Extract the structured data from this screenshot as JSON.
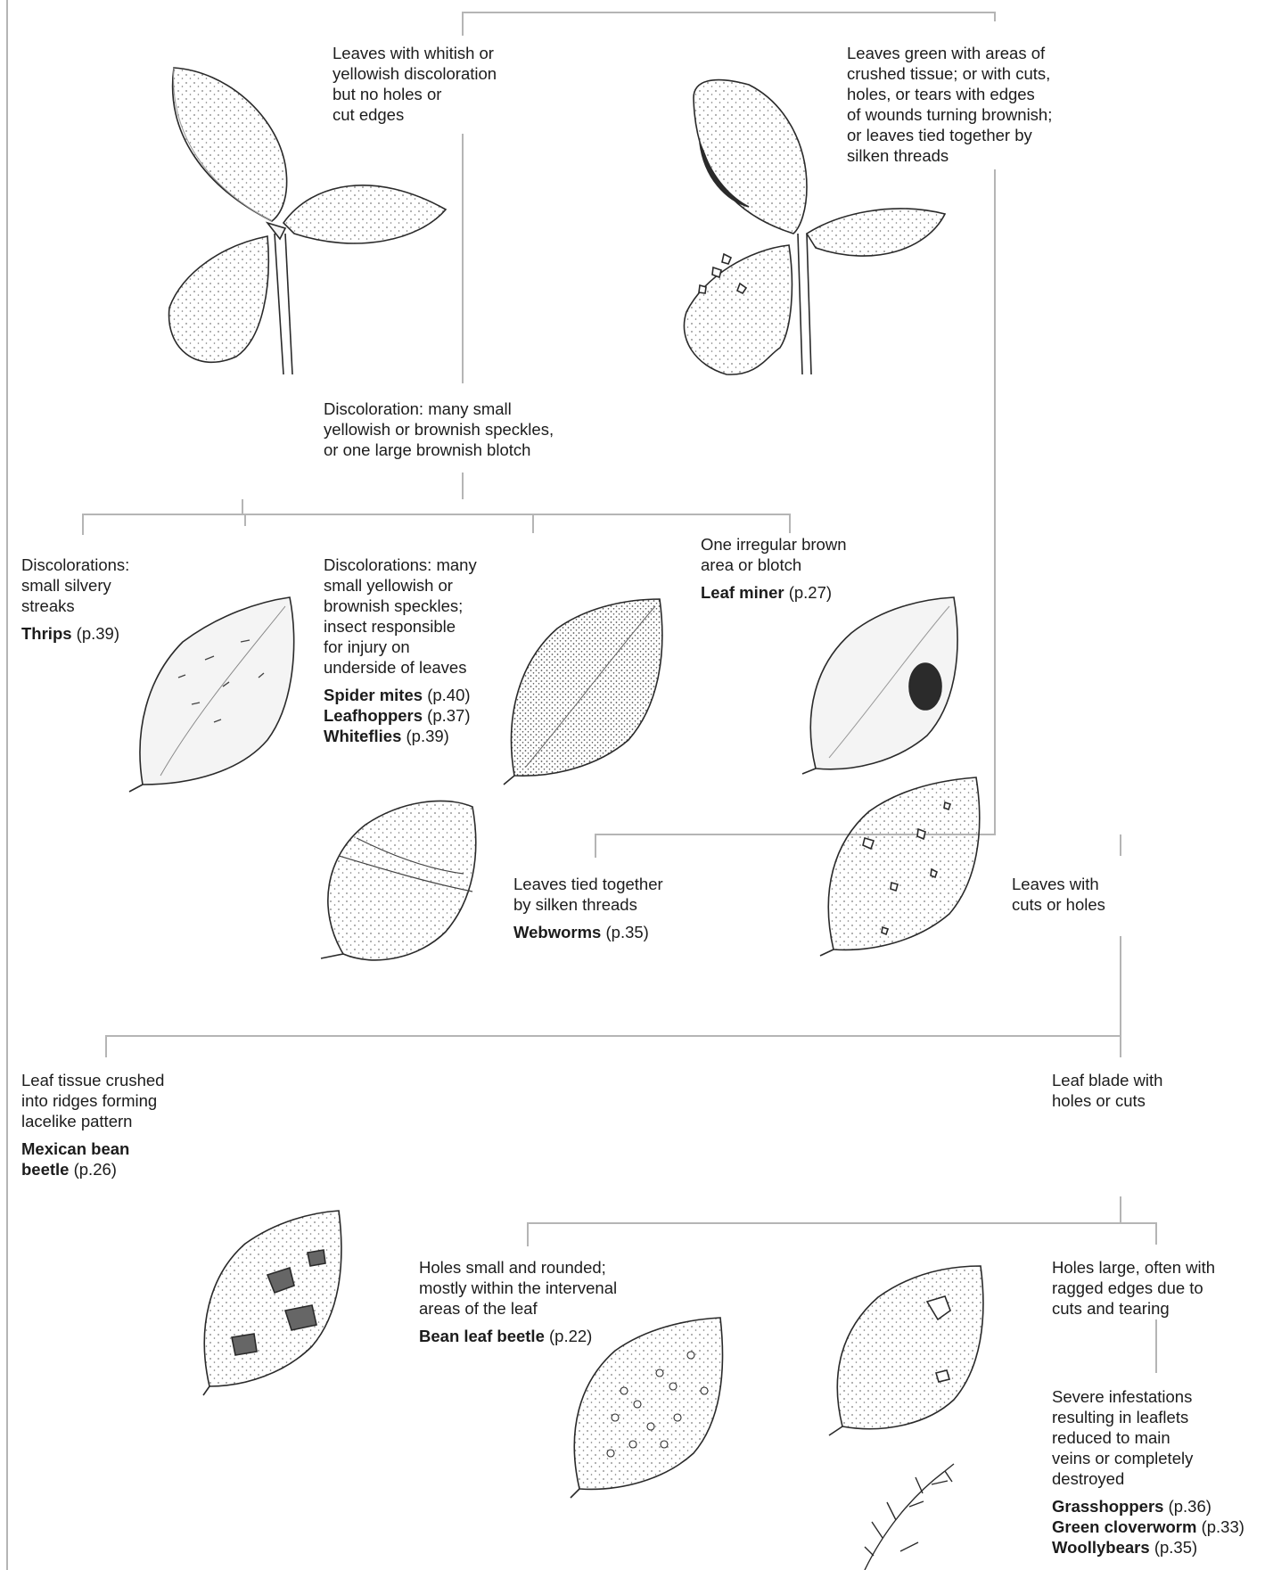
{
  "nodes": {
    "whitish": {
      "text": "Leaves with whitish or\nyellowish discoloration\nbut no holes or\ncut edges"
    },
    "green": {
      "text": "Leaves green with areas of\ncrushed tissue; or with cuts,\nholes, or tears with edges\nof wounds turning brownish;\nor leaves tied together by\nsilken threads"
    },
    "discoloration": {
      "text": "Discoloration: many small\nyellowish or brownish speckles,\nor one large brownish blotch"
    },
    "thrips": {
      "text": "Discolorations:\nsmall silvery\nstreaks",
      "pests": [
        {
          "name": "Thrips",
          "page": "(p.39)"
        }
      ]
    },
    "speckles": {
      "text": "Discolorations: many\nsmall yellowish or\nbrownish speckles;\ninsect responsible\nfor injury on\nunderside of leaves",
      "pests": [
        {
          "name": "Spider mites",
          "page": "(p.40)"
        },
        {
          "name": "Leafhoppers",
          "page": "(p.37)"
        },
        {
          "name": "Whiteflies",
          "page": "(p.39)"
        }
      ]
    },
    "blotch": {
      "text": "One irregular brown\narea or blotch",
      "pests": [
        {
          "name": "Leaf miner",
          "page": "(p.27)"
        }
      ]
    },
    "tied": {
      "text": "Leaves tied together\nby silken threads",
      "pests": [
        {
          "name": "Webworms",
          "page": "(p.35)"
        }
      ]
    },
    "cuts": {
      "text": "Leaves with\ncuts or holes"
    },
    "crushed": {
      "text": "Leaf tissue crushed\ninto ridges forming\nlacelike pattern",
      "pests": [
        {
          "name": "Mexican bean\nbeetle",
          "page": "(p.26)"
        }
      ]
    },
    "blade": {
      "text": "Leaf blade with\nholes or cuts"
    },
    "small_holes": {
      "text": "Holes small and rounded;\nmostly within the intervenal\nareas of the leaf",
      "pests": [
        {
          "name": "Bean leaf beetle",
          "page": "(p.22)"
        }
      ]
    },
    "large_holes": {
      "text": "Holes large, often with\nragged edges due to\ncuts and tearing"
    },
    "severe": {
      "text": "Severe infestations\nresulting in leaflets\nreduced to main\nveins or completely\ndestroyed",
      "pests": [
        {
          "name": "Grasshoppers",
          "page": "(p.36)"
        },
        {
          "name": "Green cloverworm",
          "page": "(p.33)"
        },
        {
          "name": "Woollybears",
          "page": "(p.35)"
        }
      ]
    }
  },
  "colors": {
    "line": "#b5b5b5",
    "leaf_outline": "#2a2a2a",
    "leaf_fill": "#f4f4f4",
    "stipple": "#7a7a7a",
    "blotch": "#2b2b2b",
    "text": "#1c1c1c"
  }
}
